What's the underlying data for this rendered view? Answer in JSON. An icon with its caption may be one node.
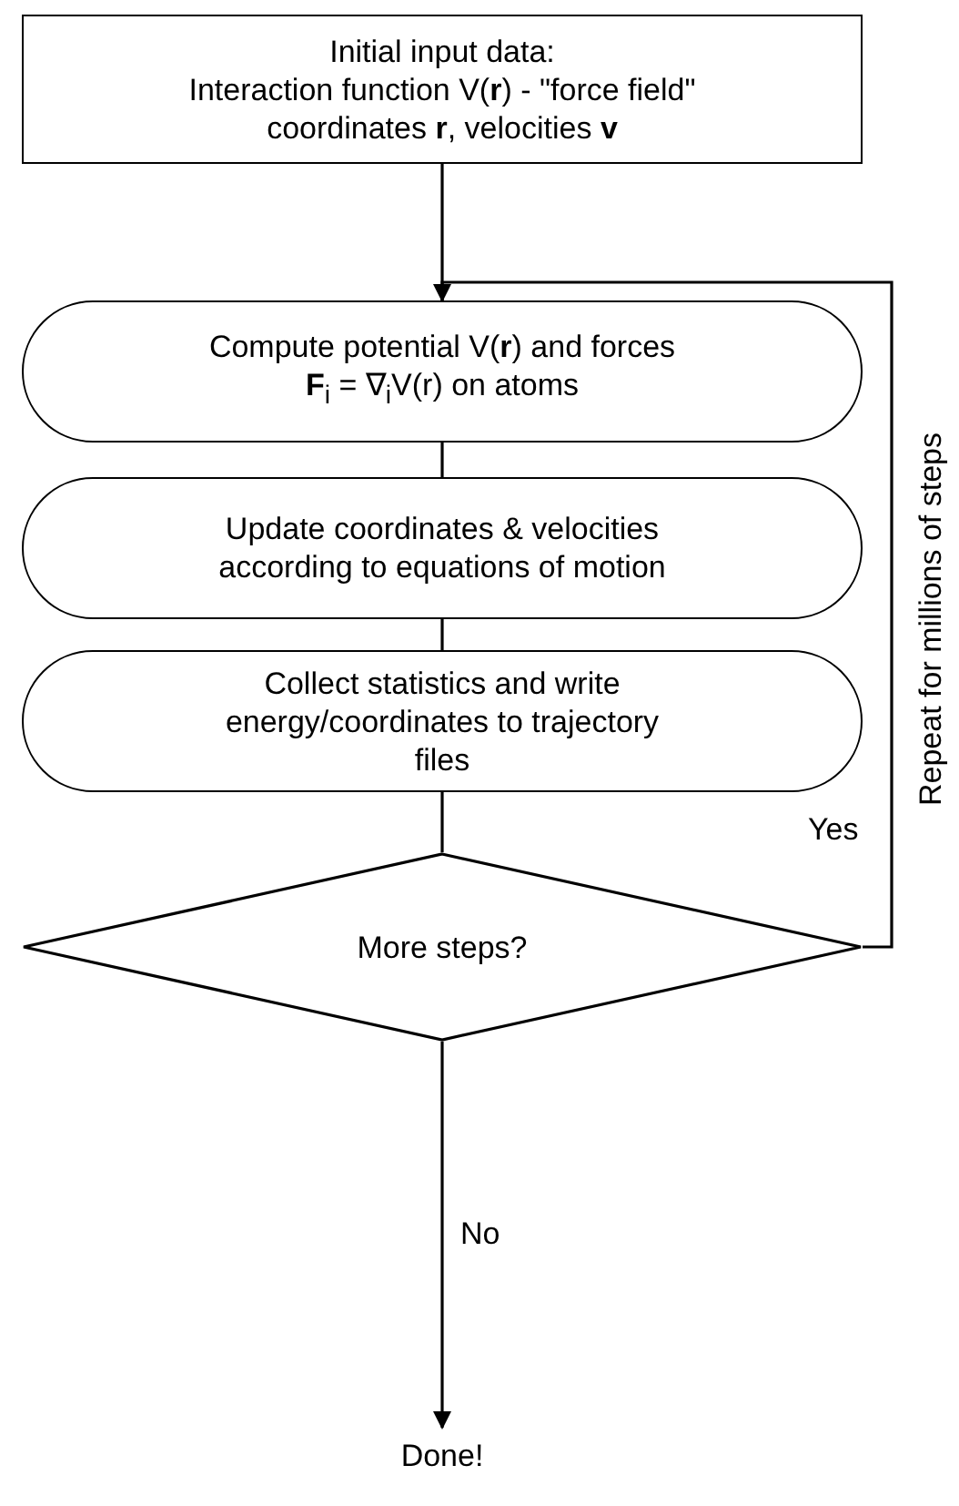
{
  "diagram": {
    "nodes": [
      {
        "text": [
          "Initial input data:",
          "Interaction function V(**r**) - \"force field\" coordinates **r**, velocities **v**"
        ]
      },
      {
        "text": [
          "Compute potential V(**r**) and forces **F**$_{i}$ = ∇$_{i}$V(r) on atoms"
        ]
      },
      {
        "text": [
          "Update coordinates & velocities according to equations of motion"
        ]
      },
      {
        "text": [
          "Collect statistics and write energy/coordinates to trajectory files"
        ]
      },
      {
        "text": [
          "More steps?"
        ]
      },
      {
        "text": [
          "Done!"
        ]
      }
    ],
    "edges": [
      {
        "from": 0,
        "to": 1,
        "arrow": "none"
      },
      {
        "from": 1,
        "to": 2,
        "arrow": "none"
      },
      {
        "from": 2,
        "to": 3,
        "arrow": "none"
      },
      {
        "from": 3,
        "to": 4,
        "arrow": "none"
      },
      {
        "from": 4,
        "to": 1,
        "arrow": "to",
        "label": "Yes"
      },
      {
        "from": 4,
        "to": 5,
        "arrow": "to",
        "label": "No"
      }
    ],
    "labels": [
      "Repeat for millions of steps"
    ]
  }
}
